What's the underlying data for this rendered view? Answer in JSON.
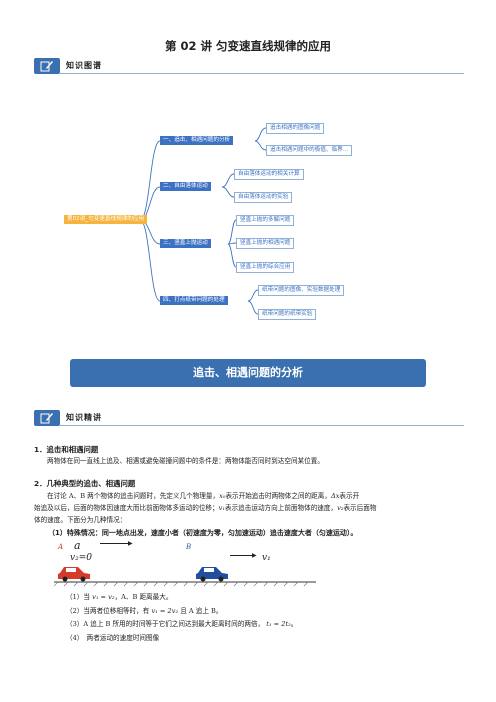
{
  "title": "第 02 讲 匀变速直线规律的应用",
  "section_map": {
    "label": "知识图谱"
  },
  "mindmap": {
    "root": "第02讲_匀变速直线规律的应用",
    "branches": [
      {
        "label": "一、追击、相遇问题的分析",
        "children": [
          "追击相遇的图像问题",
          "追击相遇问题中的极值、临界…"
        ]
      },
      {
        "label": "二、自由落体运动",
        "children": [
          "自由落体运动的相关计算",
          "自由落体运动的实验"
        ]
      },
      {
        "label": "三、竖直上抛运动",
        "children": [
          "竖直上抛的多解问题",
          "竖直上抛的相遇问题",
          "竖直上抛的综合应用"
        ]
      },
      {
        "label": "四、打点纸带问题的处理",
        "children": [
          "纸带问题的图像、实验数据处理",
          "纸带问题的纸带实验"
        ]
      }
    ],
    "colors": {
      "root": "#f6b33d",
      "branch": "#3d72c2",
      "leaf_border": "#8fb0d8",
      "connector": "#3d72c2"
    }
  },
  "banner": {
    "text": "追击、相遇问题的分析"
  },
  "section_talk": {
    "label": "知识精讲"
  },
  "content": {
    "h1": "1．追击和相遇问题",
    "p1": "两物体在同一直线上追及、相遇或避免碰撞问题中的条件是：两物体能否同时到达空间某位置。",
    "h2": "2．几种典型的追击、相遇问题",
    "p2a": "在讨论 A、B 两个物体的追击问题时，先定义几个物理量，",
    "p2b": "表示开始追击时两物体之间的距离，",
    "p2c": "表示开",
    "p2d": "始追及以后，后面的物体因速度大而比前面物体多运动的位移；",
    "p2e": "表示追击运动方向上前面物体的速度，",
    "p2f": "表示后面物",
    "p2g": "体的速度。下面分为几种情况：",
    "case1": "（1）特殊情况：同一地点出发，速度小者（初速度为零，匀加速运动）追击速度大者（匀速运动）。",
    "fig": {
      "label_a": "A",
      "label_b": "B",
      "accel": "a",
      "v2": "v₂=0",
      "v1": "v₁"
    },
    "items": [
      "（1）当",
      "，A、B 距离最大。",
      "（2）当两者位移相等时，有",
      "且 A 追上 B。",
      "（3）A 追上 B 所用的时间等于它们之间达到最大距离时间的两倍，",
      "。",
      "（4）　两者运动的速度时间图像"
    ],
    "math": {
      "x0": "x₀",
      "dx": "Δx",
      "v1": "v₁",
      "v2": "v₂",
      "eq1": "v₁ = v₂",
      "eq2": "v₁ = 2v₂",
      "eq3": "t₁ = 2t₂"
    }
  }
}
